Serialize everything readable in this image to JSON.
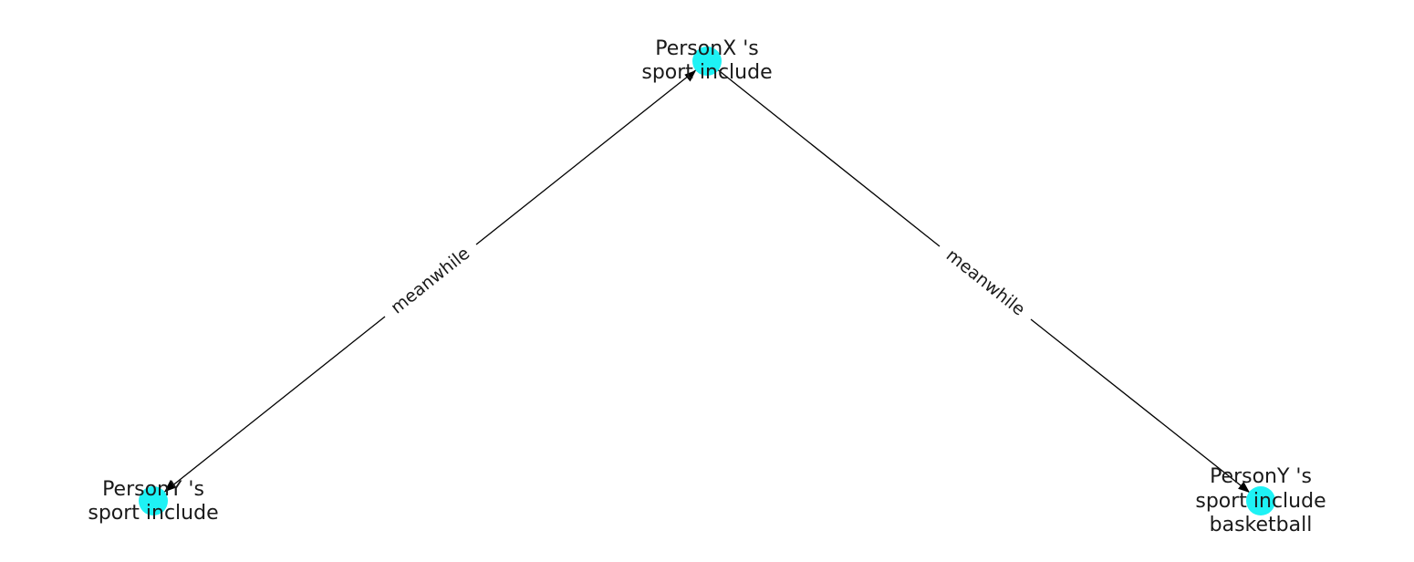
{
  "graph": {
    "node_color": "#1ef2f5",
    "edge_color": "#000000",
    "nodes": [
      {
        "id": "x",
        "lines": [
          "PersonX 's",
          "sport include"
        ]
      },
      {
        "id": "y_left",
        "lines": [
          "PersonY 's",
          "sport include"
        ]
      },
      {
        "id": "y_right",
        "lines": [
          "PersonY 's",
          "sport include",
          "basketball"
        ]
      }
    ],
    "edges": [
      {
        "id": "e1",
        "from": "y_left",
        "to": "x",
        "label": "meanwhile",
        "bidirectional": true
      },
      {
        "id": "e2",
        "from": "x",
        "to": "y_right",
        "label": "meanwhile",
        "bidirectional": false
      }
    ]
  }
}
